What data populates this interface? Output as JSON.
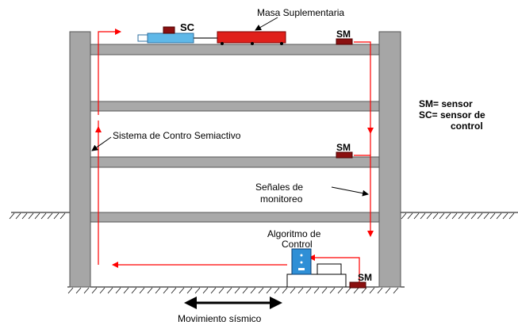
{
  "labels": {
    "masa": "Masa Suplementaria",
    "sc_top": "SC",
    "sm_top": "SM",
    "sm_mid": "SM",
    "sm_bottom": "SM",
    "sistema": "Sistema de Contro Semiactivo",
    "senales_1": "Señales de",
    "senales_2": "monitoreo",
    "algoritmo_1": "Algoritmo de",
    "algoritmo_2": "Control",
    "movimiento": "Movimiento sísmico"
  },
  "legend": {
    "sm": "SM= sensor",
    "sc_1": "SC= sensor de",
    "sc_2": "control"
  },
  "colors": {
    "column": "#a6a6a6",
    "slab": "#a9a9a9",
    "signal": "#ff0000",
    "mass": "#e0201b",
    "sensor": "#8b1010",
    "actuator": "#5fb8e8",
    "controller": "#2f8fd6"
  }
}
